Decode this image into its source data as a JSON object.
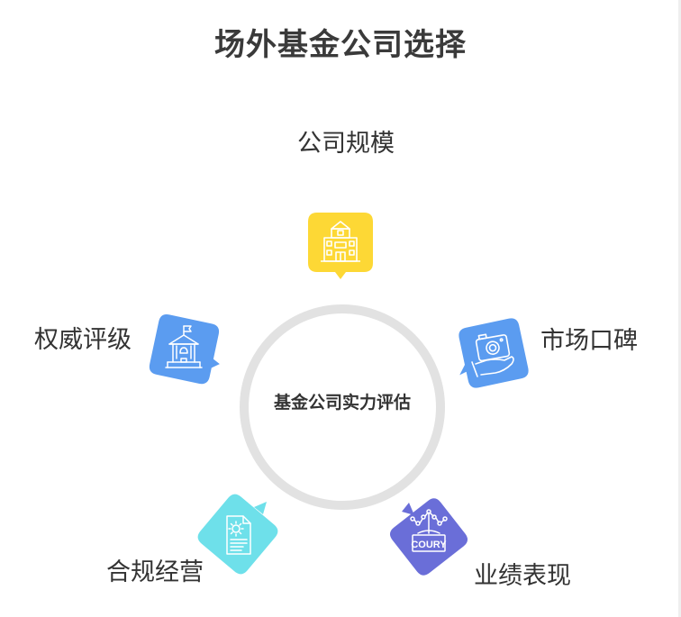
{
  "title": "场外基金公司选择",
  "center": {
    "label": "基金公司实力评估",
    "ring_color": "#e2e2e2"
  },
  "nodes": [
    {
      "id": "scale",
      "label": "公司规模",
      "icon": "building-icon",
      "color": "#fdd835"
    },
    {
      "id": "reputation",
      "label": "市场口碑",
      "icon": "camera-in-hand-icon",
      "color": "#5b9cf0"
    },
    {
      "id": "performance",
      "label": "业绩表现",
      "icon": "coury-sign-network-icon",
      "color": "#6a6ed8",
      "icon_text": "COURY"
    },
    {
      "id": "compliance",
      "label": "合规经营",
      "icon": "document-gear-icon",
      "color": "#6ee0ea"
    },
    {
      "id": "rating",
      "label": "权威评级",
      "icon": "government-building-icon",
      "color": "#5b9cf0"
    }
  ]
}
